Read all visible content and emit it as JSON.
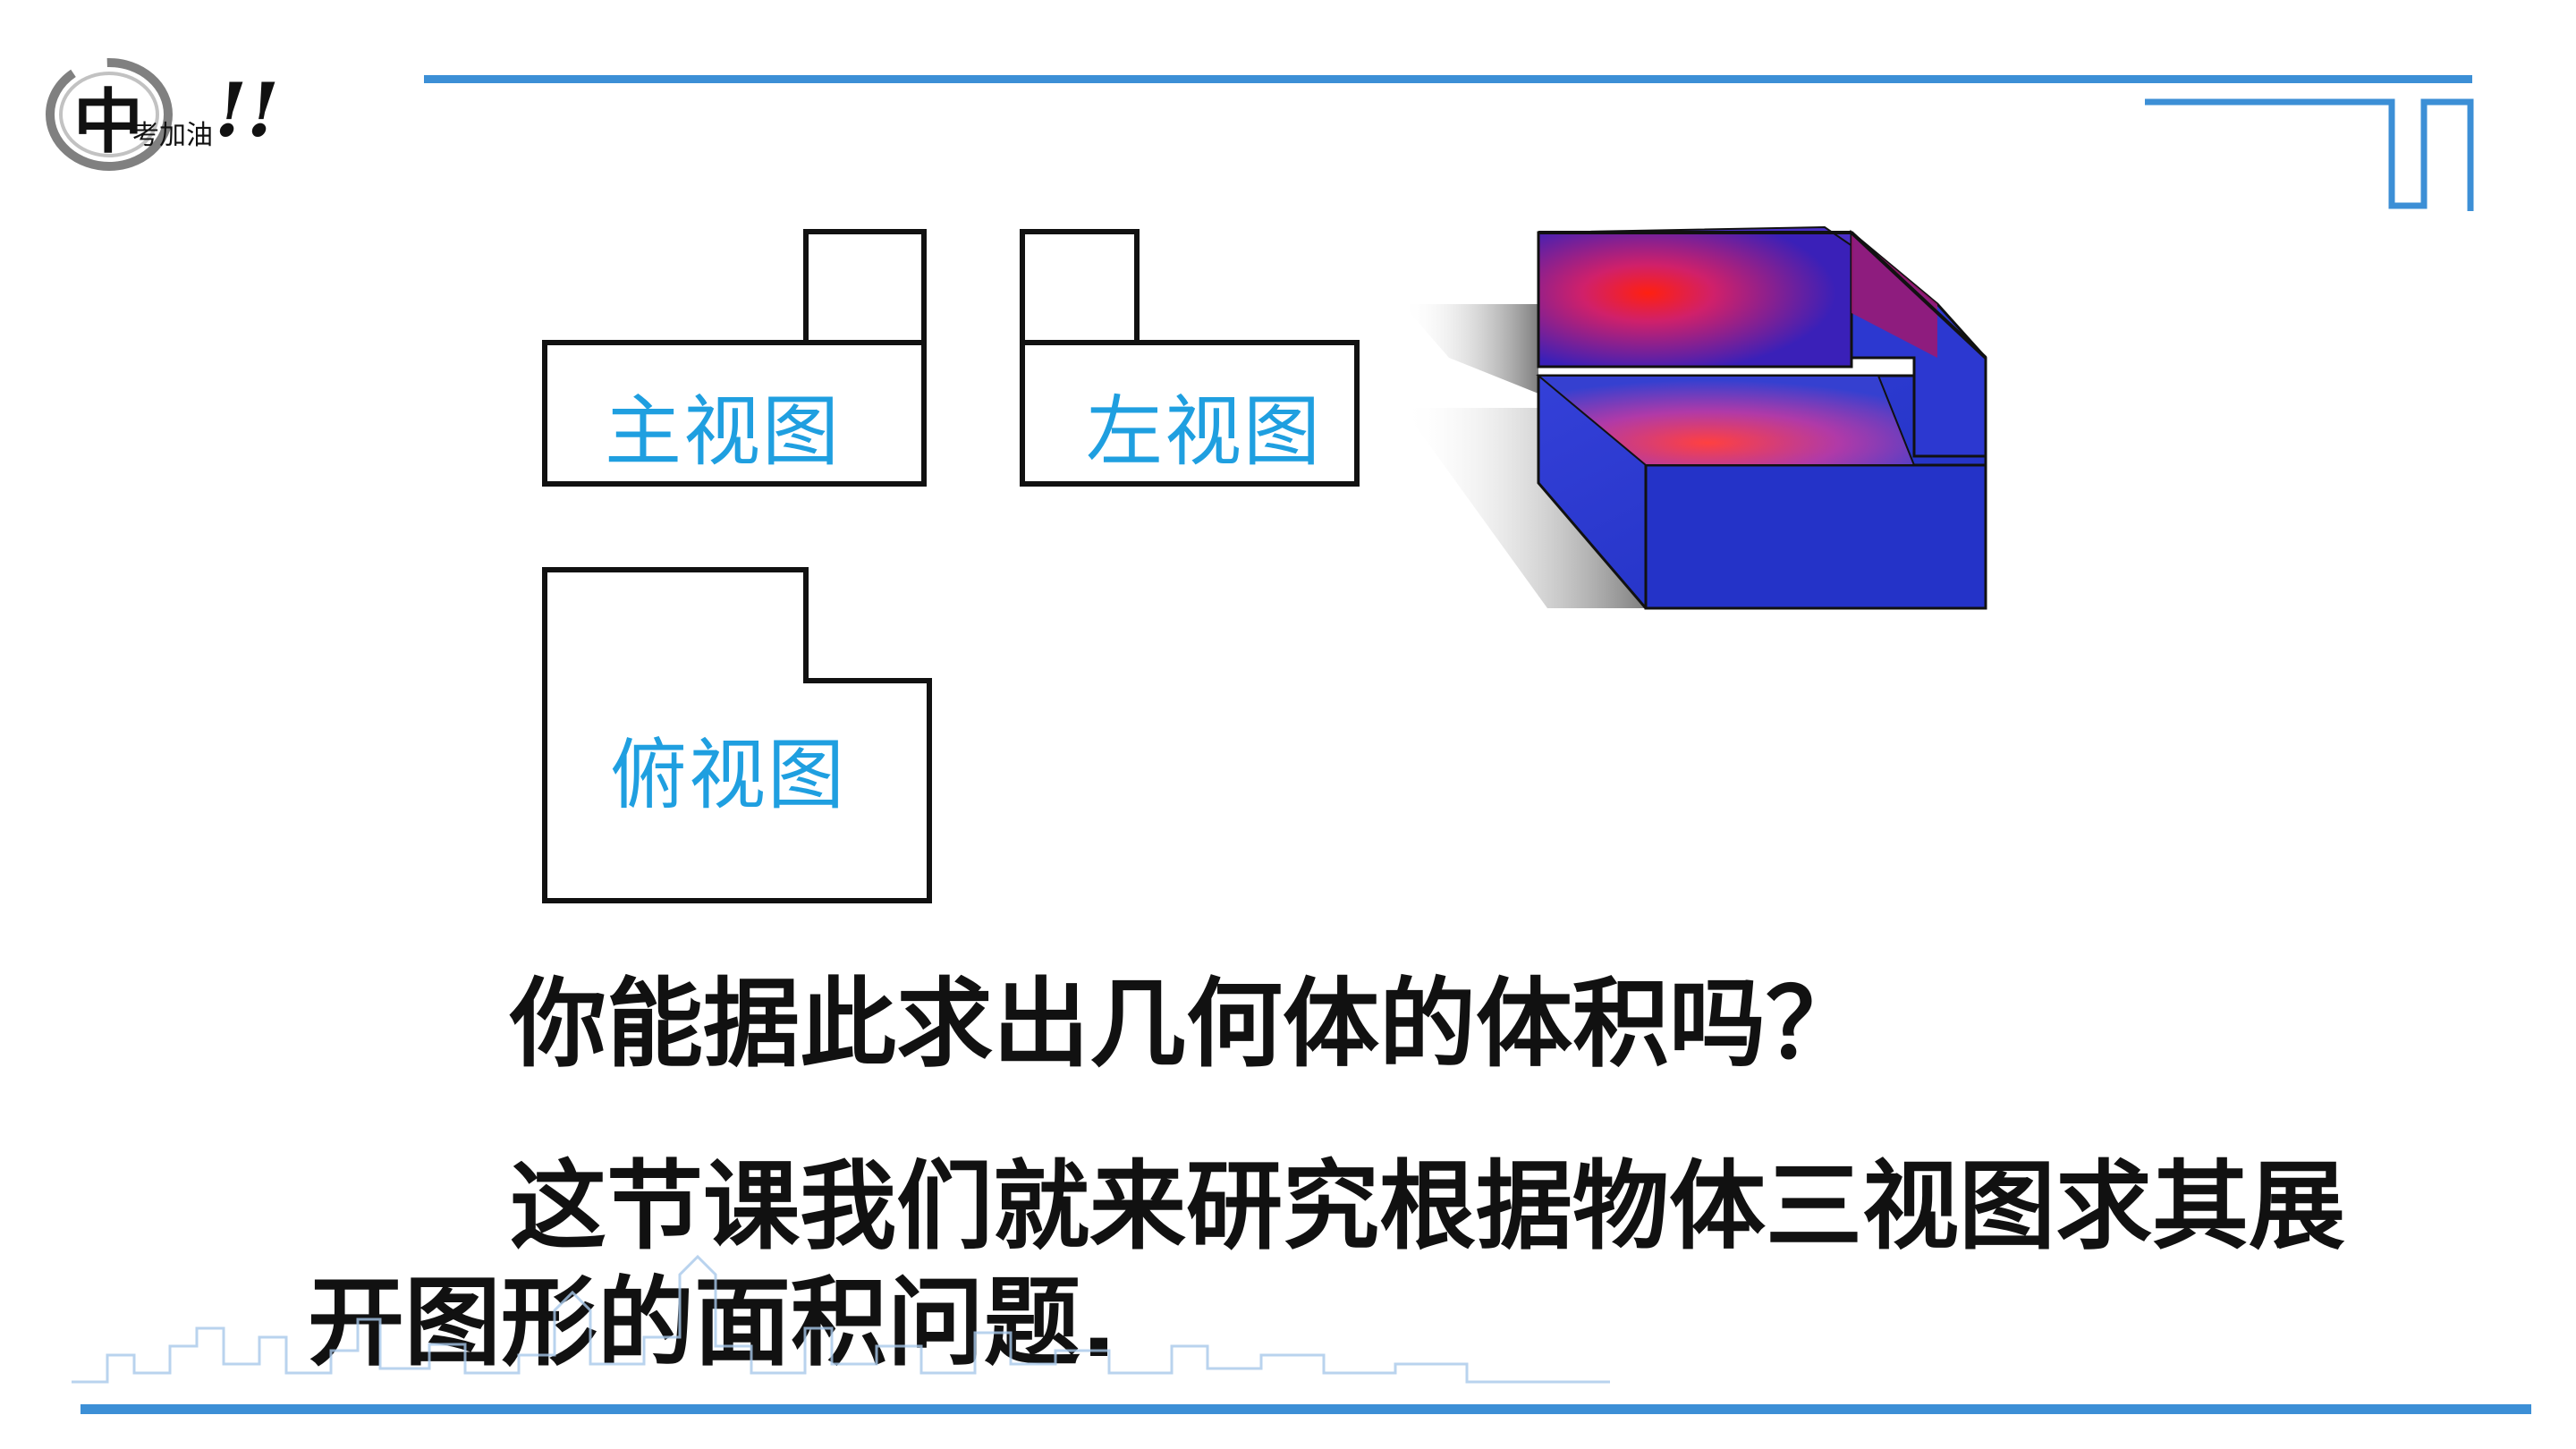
{
  "logo": {
    "text_main": "中",
    "text_small": "考加油",
    "text_marks": "!!"
  },
  "views": {
    "front": "主视图",
    "left": "左视图",
    "top": "俯视图"
  },
  "question": "你能据此求出几何体的体积吗？",
  "paragraph": {
    "line1": "这节课我们就来研究根据物体三视图求其展",
    "line2": "开图形的面积问题."
  },
  "colors": {
    "accent_blue": "#3c8fd6",
    "label_blue": "#1f9fe0",
    "solid_blue": "#2a3fd4",
    "solid_red": "#ff1a1a"
  }
}
